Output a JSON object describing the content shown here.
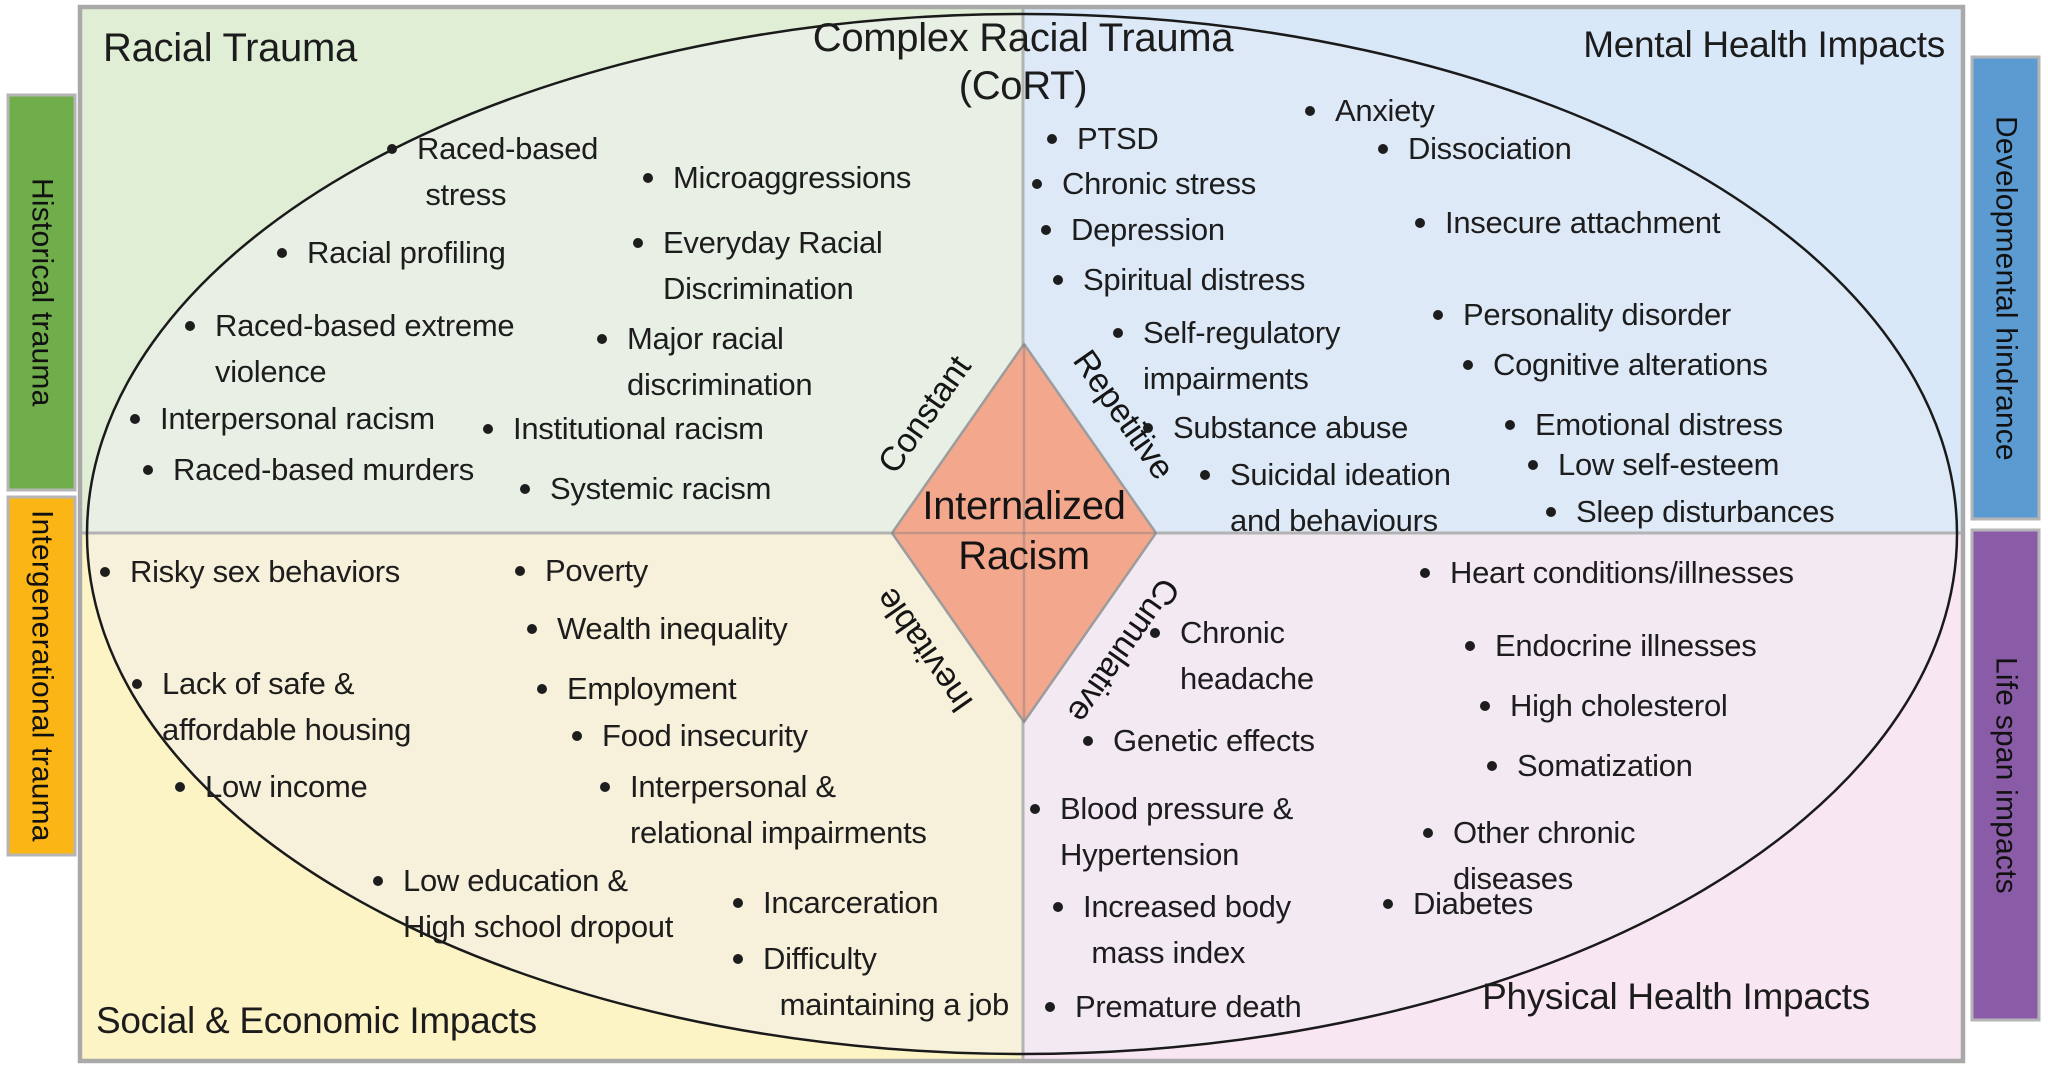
{
  "title": {
    "text": "Complex Racial Trauma\n(CoRT)"
  },
  "center": {
    "diamond_label": "Internalized\nRacism",
    "edge_labels": {
      "top_left": "Constant",
      "top_right": "Repetitive",
      "bottom_left": "Inevitable",
      "bottom_right": "Cumulative"
    }
  },
  "side_tabs": {
    "left_top": {
      "label": "Historical trauma",
      "color": "#6fae4a"
    },
    "left_bottom": {
      "label": "Intergenerational trauma",
      "color": "#fbb616"
    },
    "right_top": {
      "label": "Developmental hindrance",
      "color": "#5b9bd2"
    },
    "right_bottom": {
      "label": "Life span impacts",
      "color": "#8a5ca8"
    }
  },
  "quadrants": {
    "racial_trauma": {
      "header": "Racial Trauma",
      "outer_color": "#e0eed6",
      "inner_color": "#e8f0e5",
      "items": [
        "Raced-based\n stress",
        "Racial profiling",
        "Raced-based extreme\nviolence",
        "Interpersonal racism",
        "Raced-based murders",
        "Microaggressions",
        "Everyday Racial\nDiscrimination",
        "Major racial\ndiscrimination",
        "Institutional racism",
        "Systemic racism"
      ]
    },
    "mental_health": {
      "header": "Mental Health Impacts",
      "outer_color": "#d8e8f8",
      "inner_color": "#dee9f8",
      "items": [
        "PTSD",
        "Chronic stress",
        "Depression",
        "Spiritual distress",
        "Self-regulatory\nimpairments",
        "Substance abuse",
        "Suicidal ideation\nand behaviours",
        "Anxiety",
        "Dissociation",
        "Insecure attachment",
        "Personality disorder",
        "Cognitive alterations",
        "Emotional distress",
        "Low self-esteem",
        "Sleep disturbances"
      ]
    },
    "social_economic": {
      "header": "Social & Economic Impacts",
      "outer_color": "#fdf4c6",
      "inner_color": "#f7f0da",
      "items": [
        "Risky sex behaviors",
        "Lack of safe &\naffordable housing",
        "Low income",
        "Poverty",
        "Wealth inequality",
        "Employment",
        "Food insecurity",
        "Interpersonal &\nrelational impairments",
        "Low education &\nHigh school dropout",
        "Incarceration",
        "Difficulty\n  maintaining a job"
      ]
    },
    "physical_health": {
      "header": "Physical Health Impacts",
      "outer_color": "#f8e6f2",
      "inner_color": "#f2e9f3",
      "items": [
        "Chronic\nheadache",
        "Genetic effects",
        "Blood pressure &\nHypertension",
        "Increased body\n mass index",
        "Premature death",
        "Heart conditions/illnesses",
        "Endocrine illnesses",
        "High cholesterol",
        "Somatization",
        "Other chronic\ndiseases",
        "Diabetes"
      ]
    }
  },
  "colors": {
    "diamond": "#f3a78c",
    "ellipse_stroke": "#1a1a1a",
    "grid_line": "#b3b3b3",
    "border": "#a9a9a9"
  }
}
